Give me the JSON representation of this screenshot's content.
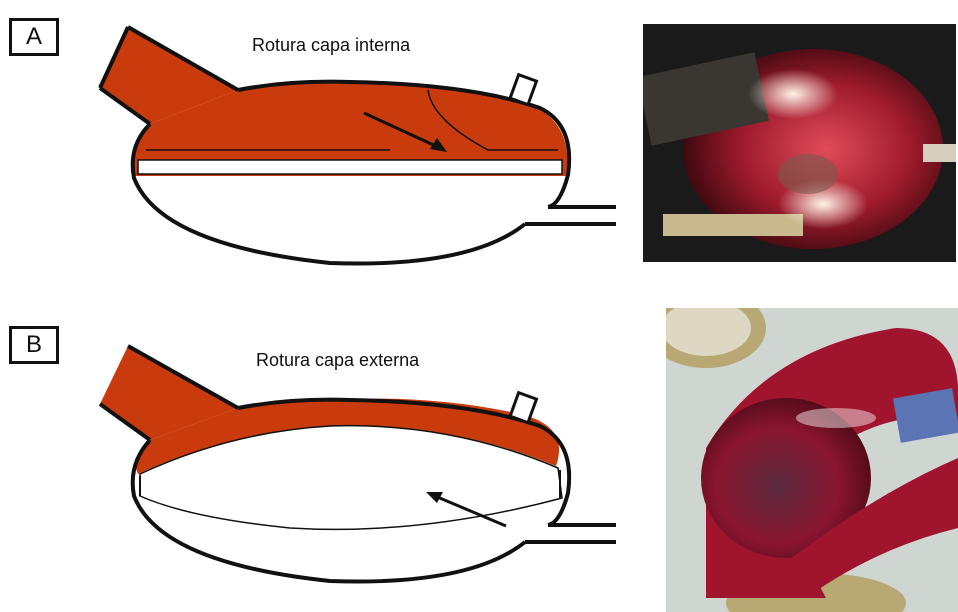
{
  "panels": [
    {
      "letter": "A",
      "caption": "Rotura capa interna",
      "photo": "photo-inner-layer-rupture",
      "colors": {
        "blood": "#c93a0c",
        "outline": "#111111"
      }
    },
    {
      "letter": "B",
      "caption": "Rotura capa externa",
      "photo": "photo-outer-layer-rupture",
      "colors": {
        "blood": "#c93a0c",
        "outline": "#111111"
      }
    }
  ]
}
